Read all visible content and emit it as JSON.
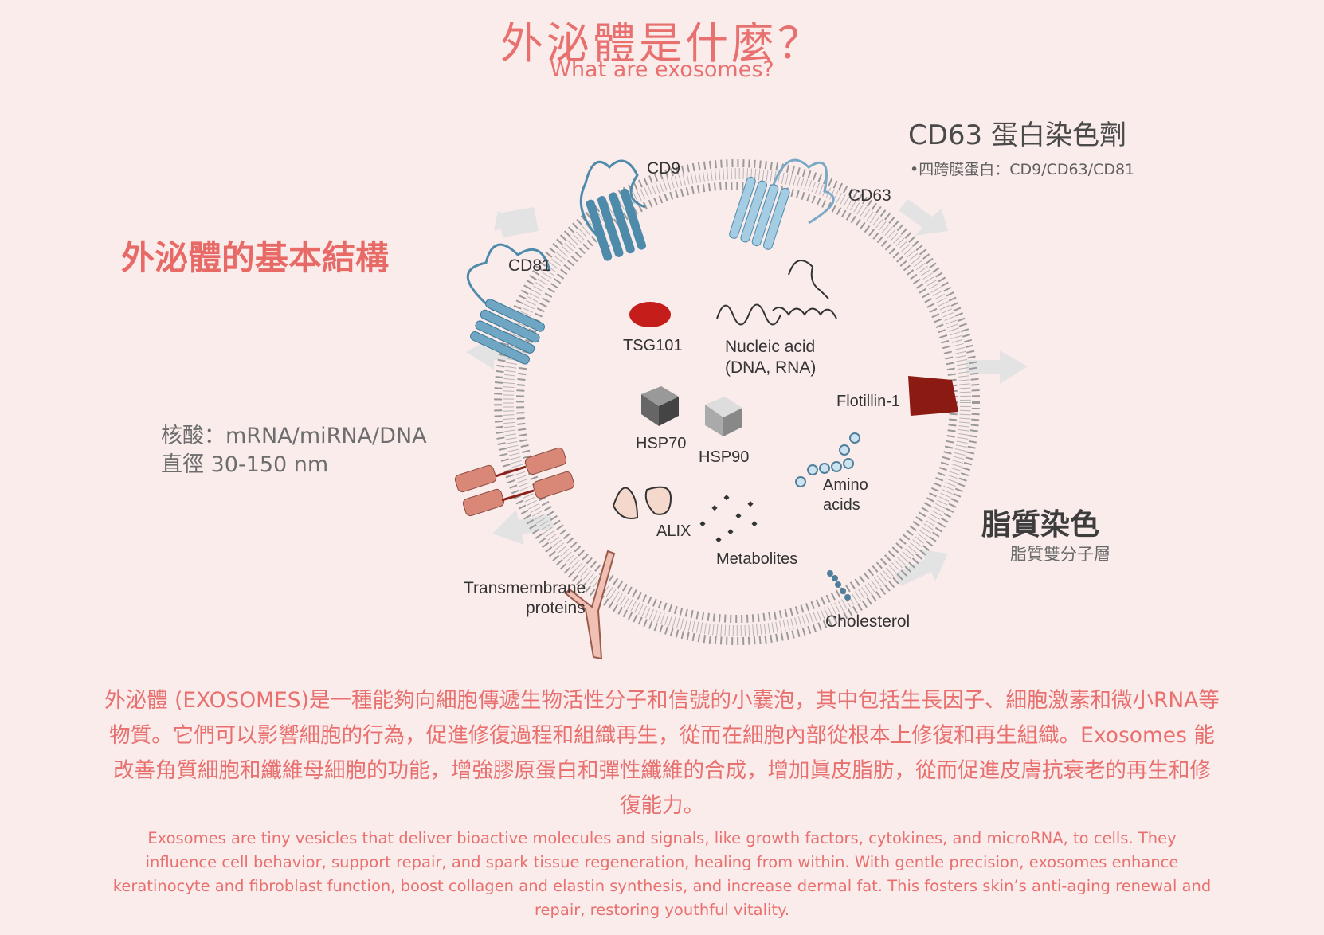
{
  "header": {
    "title_zh": "外泌體是什麼？",
    "title_en": "What are exosomes?"
  },
  "left": {
    "structure_title": "外泌體的基本結構",
    "nucleic_line": "核酸：mRNA/miRNA/DNA",
    "diameter_line": "直徑 30-150 nm"
  },
  "right": {
    "cd63_title": "CD63 蛋白染色劑",
    "cd63_sub": "•四跨膜蛋白：CD9/CD63/CD81",
    "lipid_title": "脂質染色",
    "lipid_sub": "脂質雙分子層"
  },
  "diagram_labels": {
    "cd9": "CD9",
    "cd63": "CD63",
    "cd81": "CD81",
    "tsg101": "TSG101",
    "nucleic1": "Nucleic acid",
    "nucleic2": "(DNA, RNA)",
    "flotillin": "Flotillin-1",
    "hsp70": "HSP70",
    "hsp90": "HSP90",
    "amino1": "Amino",
    "amino2": "acids",
    "alix": "ALIX",
    "metabolites": "Metabolites",
    "trans1": "Transmembrane",
    "trans2": "proteins",
    "cholesterol": "Cholesterol"
  },
  "colors": {
    "accent": "#e8716f",
    "membrane": "#9a9a9a",
    "tetraspanin": "#4e8bab",
    "flotillin": "#8b1a12",
    "tsg101": "#c51d1a",
    "transmembrane": "#d98878"
  },
  "body": {
    "paragraph_zh": "外泌體 (EXOSOMES)是一種能夠向細胞傳遞生物活性分子和信號的小囊泡，其中包括生長因子、細胞激素和微小RNA等物質。它們可以影響細胞的行為，促進修復過程和組織再生，從而在細胞內部從根本上修復和再生組織。Exosomes 能改善角質細胞和纖維母細胞的功能，增強膠原蛋白和彈性纖維的合成，增加眞皮脂肪，從而促進皮膚抗衰老的再生和修復能力。",
    "paragraph_en": "Exosomes are tiny vesicles that deliver bioactive molecules and signals, like growth factors, cytokines, and microRNA, to cells. They influence cell behavior, support repair, and spark tissue regeneration, healing from within. With gentle precision, exosomes enhance keratinocyte and fibroblast function, boost collagen and elastin synthesis, and increase dermal fat. This fosters skin’s anti-aging renewal and repair, restoring youthful vitality."
  }
}
